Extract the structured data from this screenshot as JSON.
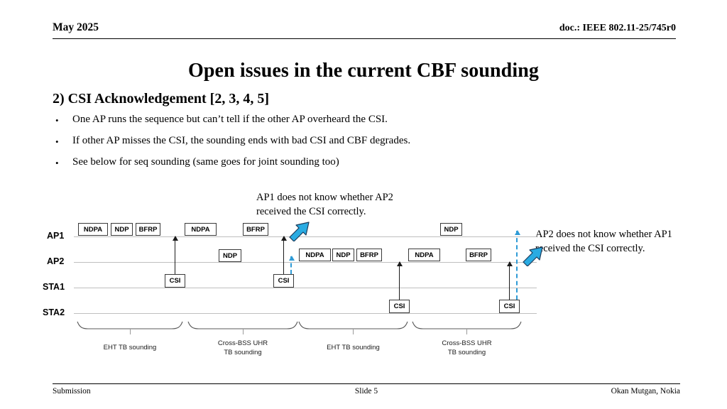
{
  "header": {
    "date": "May 2025",
    "doc_id": "doc.: IEEE 802.11-25/745r0"
  },
  "slide": {
    "title": "Open issues in the current CBF sounding",
    "subtitle": "2) CSI Acknowledgement [2, 3, 4, 5]",
    "bullets": [
      "One AP runs the sequence but can’t tell if the other AP overheard the CSI.",
      "If other AP misses the CSI, the sounding ends with bad CSI and CBF degrades.",
      "See below for seq sounding (same goes for joint sounding too)"
    ]
  },
  "diagram": {
    "row_labels": [
      "AP1",
      "AP2",
      "STA1",
      "STA2"
    ],
    "notes": [
      {
        "line1": "AP1 does not know whether AP2",
        "line2": "received the CSI correctly."
      },
      {
        "line1": "AP2 does not know whether AP1",
        "line2": "received the CSI correctly."
      }
    ],
    "packets": [
      {
        "label": "NDPA",
        "row": "AP1"
      },
      {
        "label": "NDP",
        "row": "AP1"
      },
      {
        "label": "BFRP",
        "row": "AP1"
      },
      {
        "label": "CSI",
        "row": "STA1"
      },
      {
        "label": "NDPA",
        "row": "AP1"
      },
      {
        "label": "NDP",
        "row": "AP2"
      },
      {
        "label": "BFRP",
        "row": "AP1"
      },
      {
        "label": "CSI",
        "row": "STA1"
      },
      {
        "label": "NDPA",
        "row": "AP2"
      },
      {
        "label": "NDP",
        "row": "AP2"
      },
      {
        "label": "BFRP",
        "row": "AP2"
      },
      {
        "label": "NDPA",
        "row": "AP2"
      },
      {
        "label": "CSI",
        "row": "STA2"
      },
      {
        "label": "NDP",
        "row": "AP1"
      },
      {
        "label": "BFRP",
        "row": "AP2"
      },
      {
        "label": "CSI",
        "row": "STA2"
      }
    ],
    "braces": [
      {
        "line1": "EHT TB sounding",
        "line2": ""
      },
      {
        "line1": "Cross-BSS UHR",
        "line2": "TB sounding"
      },
      {
        "line1": "EHT TB sounding",
        "line2": ""
      },
      {
        "line1": "Cross-BSS UHR",
        "line2": "TB sounding"
      }
    ],
    "colors": {
      "accent_blue": "#2e9bd6",
      "line_gray": "#bfbfbf",
      "box_border": "#3a3a3a"
    }
  },
  "footer": {
    "left": "Submission",
    "center": "Slide 5",
    "right": "Okan Mutgan, Nokia"
  }
}
